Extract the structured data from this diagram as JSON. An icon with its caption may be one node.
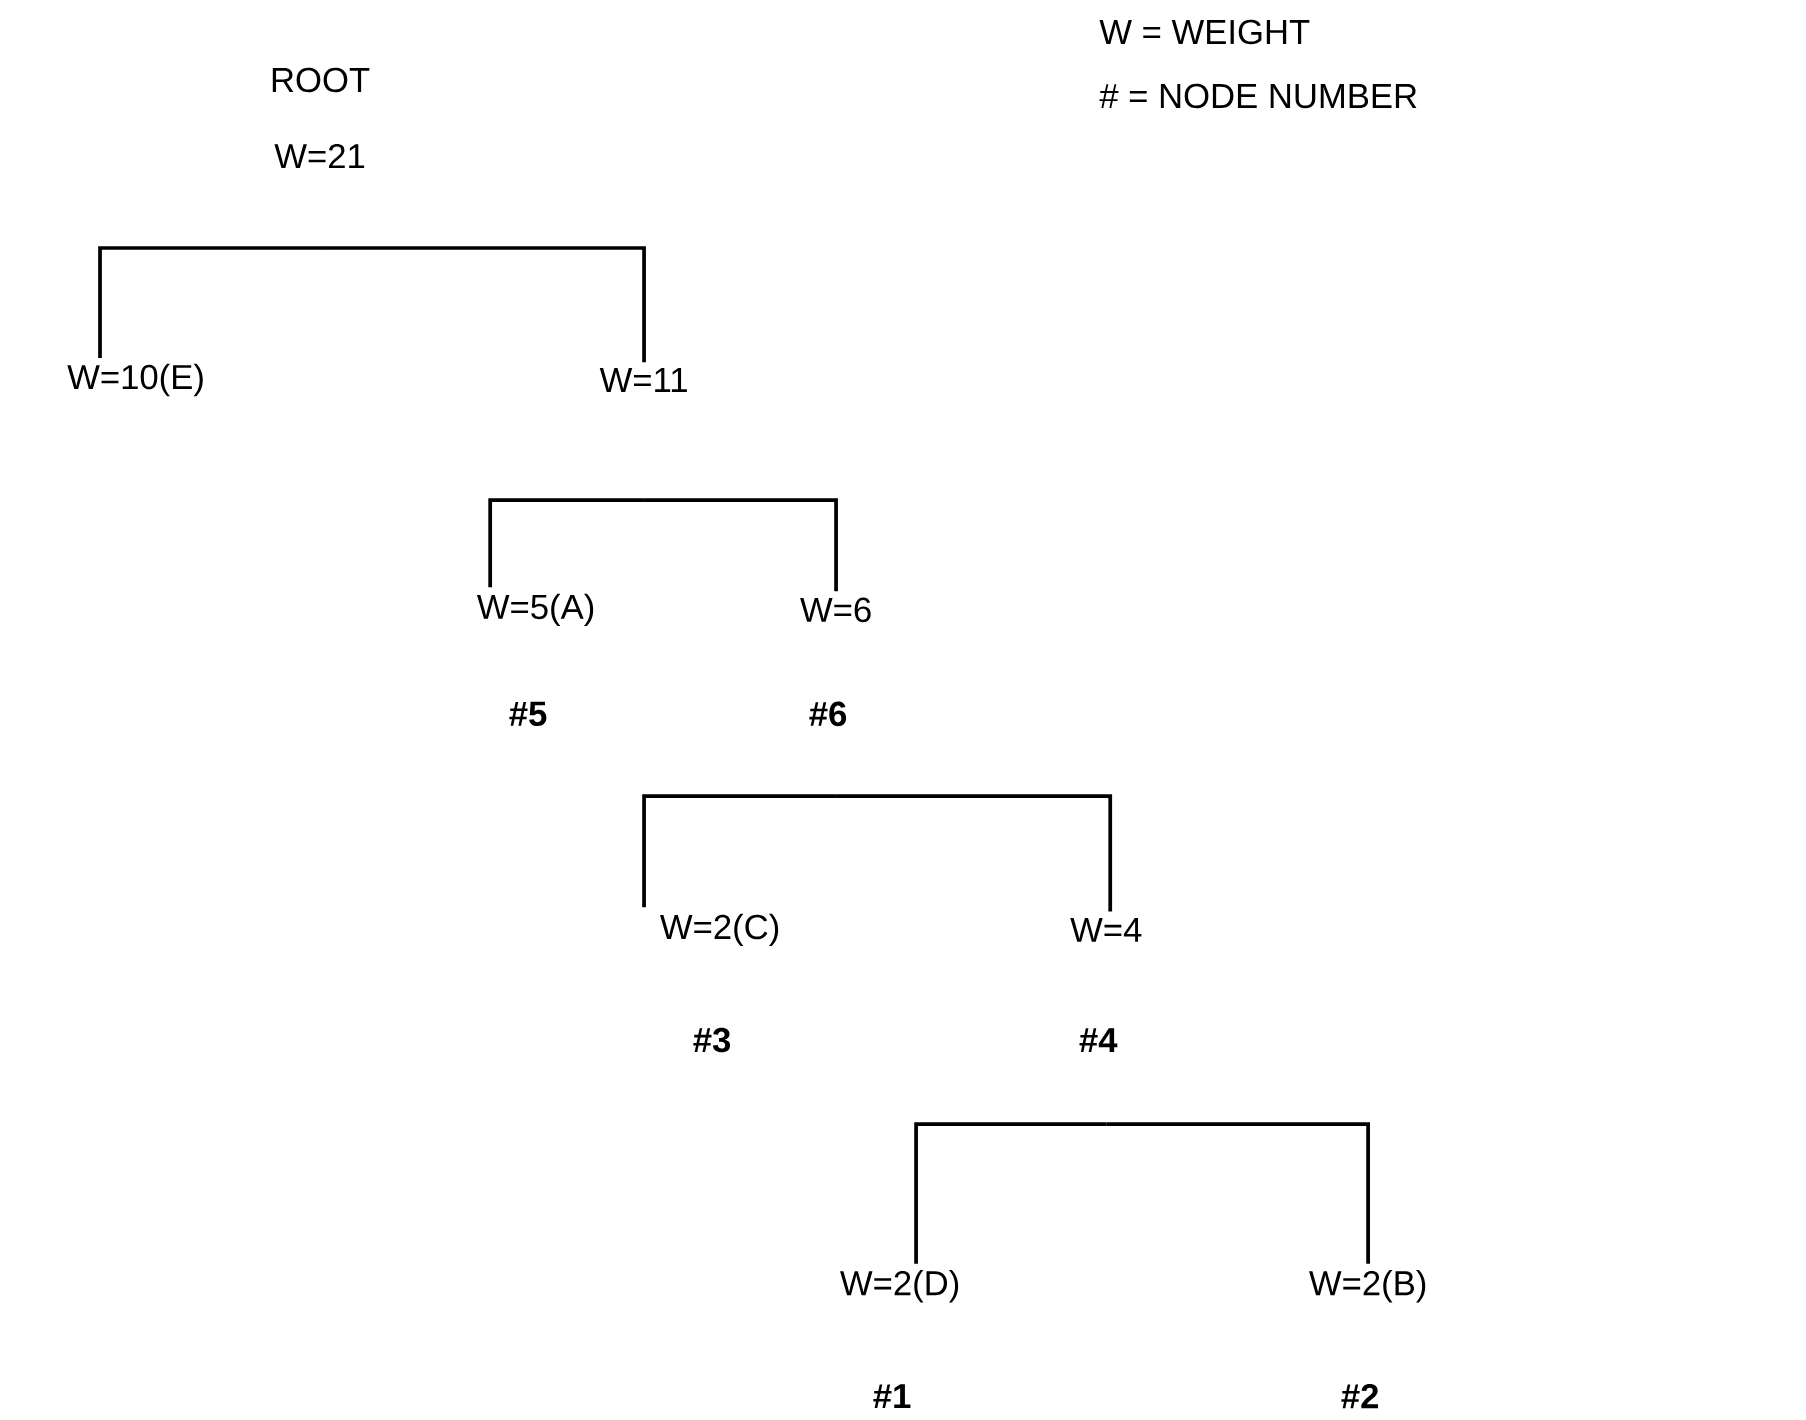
{
  "diagram": {
    "nodes": [
      {
        "text": [
          "ROOT",
          "W=21"
        ]
      },
      {
        "text": [
          "W=10(E)"
        ]
      },
      {
        "text": [
          "W=11"
        ]
      },
      {
        "text": [
          "W=5(A)"
        ],
        "beside": [
          "#5"
        ]
      },
      {
        "text": [
          "W=6"
        ],
        "beside": [
          "#6"
        ]
      },
      {
        "text": [
          "W=2(C)"
        ],
        "beside": [
          "#3"
        ]
      },
      {
        "text": [
          "W=4"
        ],
        "beside": [
          "#4"
        ]
      },
      {
        "text": [
          "W=2(D)"
        ],
        "beside": [
          "#1"
        ]
      },
      {
        "text": [
          "W=2(B)"
        ],
        "beside": [
          "#2"
        ]
      }
    ],
    "edges": [
      {
        "from": 0,
        "to": 1,
        "arrow": "none"
      },
      {
        "from": 0,
        "to": 2,
        "arrow": "none"
      },
      {
        "from": 2,
        "to": 3,
        "arrow": "none"
      },
      {
        "from": 2,
        "to": 4,
        "arrow": "none"
      },
      {
        "from": 4,
        "to": 5,
        "arrow": "none"
      },
      {
        "from": 4,
        "to": 6,
        "arrow": "none"
      },
      {
        "from": 6,
        "to": 7,
        "arrow": "none"
      },
      {
        "from": 6,
        "to": 8,
        "arrow": "none"
      }
    ],
    "labels": [
      "W = WEIGHT",
      "# = NODE NUMBER"
    ]
  }
}
